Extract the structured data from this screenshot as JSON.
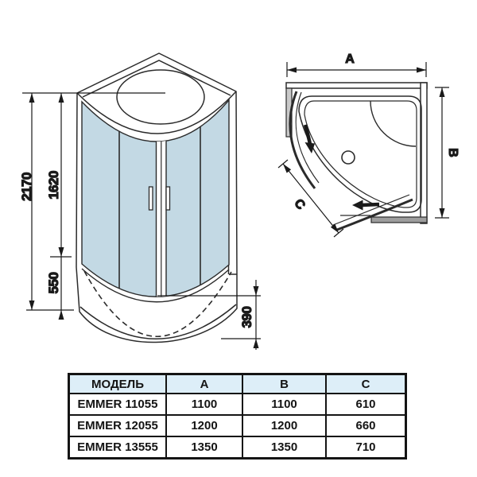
{
  "front_view": {
    "total_height": "2170",
    "glass_height": "1620",
    "tray_section_height": "550",
    "tray_depth": "390"
  },
  "top_view": {
    "width_label": "A",
    "depth_label": "B",
    "door_width_label": "C"
  },
  "table": {
    "headers": {
      "model": "МОДЕЛЬ",
      "a": "A",
      "b": "B",
      "c": "C"
    },
    "rows": [
      {
        "model": "EMMER 11055",
        "a": "1100",
        "b": "1100",
        "c": "610"
      },
      {
        "model": "EMMER 12055",
        "a": "1200",
        "b": "1200",
        "c": "660"
      },
      {
        "model": "EMMER 13555",
        "a": "1350",
        "b": "1350",
        "c": "710"
      }
    ]
  },
  "colors": {
    "glass": "#c3d9e4",
    "table_header_bg": "#ddeef8",
    "line": "#2b2b2b"
  }
}
